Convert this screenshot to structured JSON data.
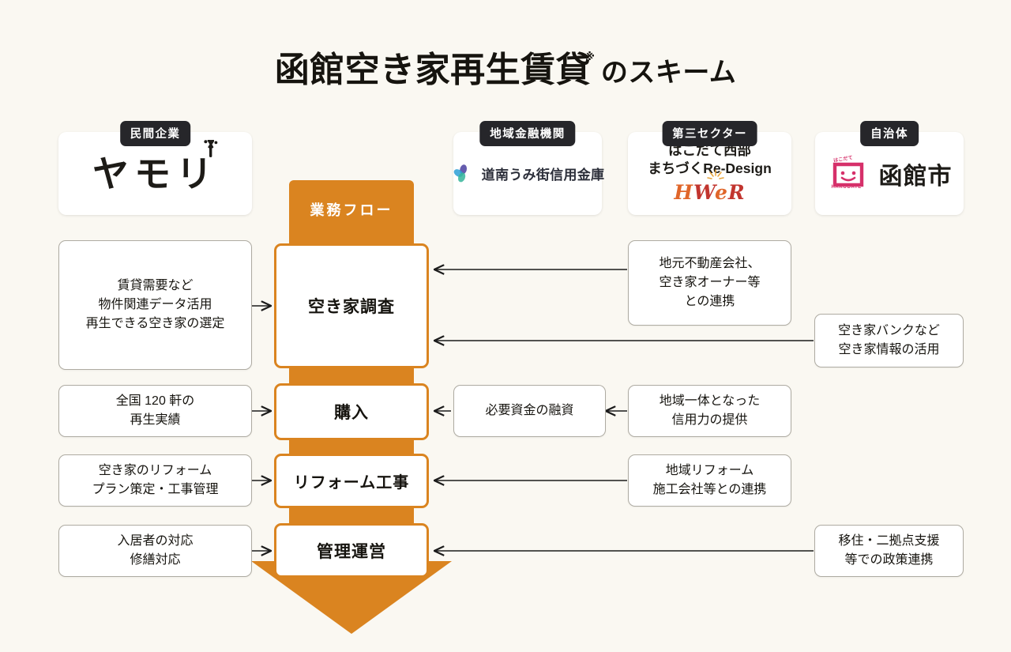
{
  "title": {
    "main": "函館空き家再生賃貸",
    "sup": "※",
    "tail": "のスキーム"
  },
  "colors": {
    "background": "#faf8f2",
    "flow_orange": "#da8420",
    "badge_dark": "#26262a",
    "box_border": "#aeaba2",
    "hwer_orange": "#e0662a",
    "hwer_red": "#c2352f",
    "hakodate_pink": "#d6306a"
  },
  "orgs": [
    {
      "badge": "民間企業",
      "logo_name": "yamori-logo",
      "logo_text": "ヤモリ"
    },
    {
      "badge": "地域金融機関",
      "logo_name": "donan-umimachi-shinkin-logo",
      "logo_text": "道南うみ街信用金庫"
    },
    {
      "badge": "第三セクター",
      "logo_name": "hwer-logo",
      "line1": "はこだて西部",
      "line2": "まちづくRe-Design",
      "mark": "HWeR",
      "mark_h": "H",
      "mark_w": "W",
      "mark_e": "e",
      "mark_r": "R"
    },
    {
      "badge": "自治体",
      "logo_name": "hakodate-city-logo",
      "mark_tagline": "はこだて",
      "mark_sub": "HAKODATE",
      "logo_text": "函館市"
    }
  ],
  "flow": {
    "header": "業務フロー",
    "steps": [
      {
        "label": "空き家調査"
      },
      {
        "label": "購入"
      },
      {
        "label": "リフォーム工事"
      },
      {
        "label": "管理運営"
      }
    ]
  },
  "left_boxes": [
    {
      "text": "賃貸需要など\n物件関連データ活用\n再生できる空き家の選定"
    },
    {
      "text": "全国 120 軒の\n再生実績"
    },
    {
      "text": "空き家のリフォーム\nプラン策定・工事管理"
    },
    {
      "text": "入居者の対応\n修繕対応"
    }
  ],
  "mid_boxes": [
    {
      "text": "必要資金の融資"
    }
  ],
  "right_boxes": [
    {
      "text": "地元不動産会社、\n空き家オーナー等\nとの連携"
    },
    {
      "text": "空き家バンクなど\n空き家情報の活用"
    },
    {
      "text": "地域一体となった\n信用力の提供"
    },
    {
      "text": "地域リフォーム\n施工会社等との連携"
    },
    {
      "text": "移住・二拠点支援\n等での政策連携"
    }
  ]
}
